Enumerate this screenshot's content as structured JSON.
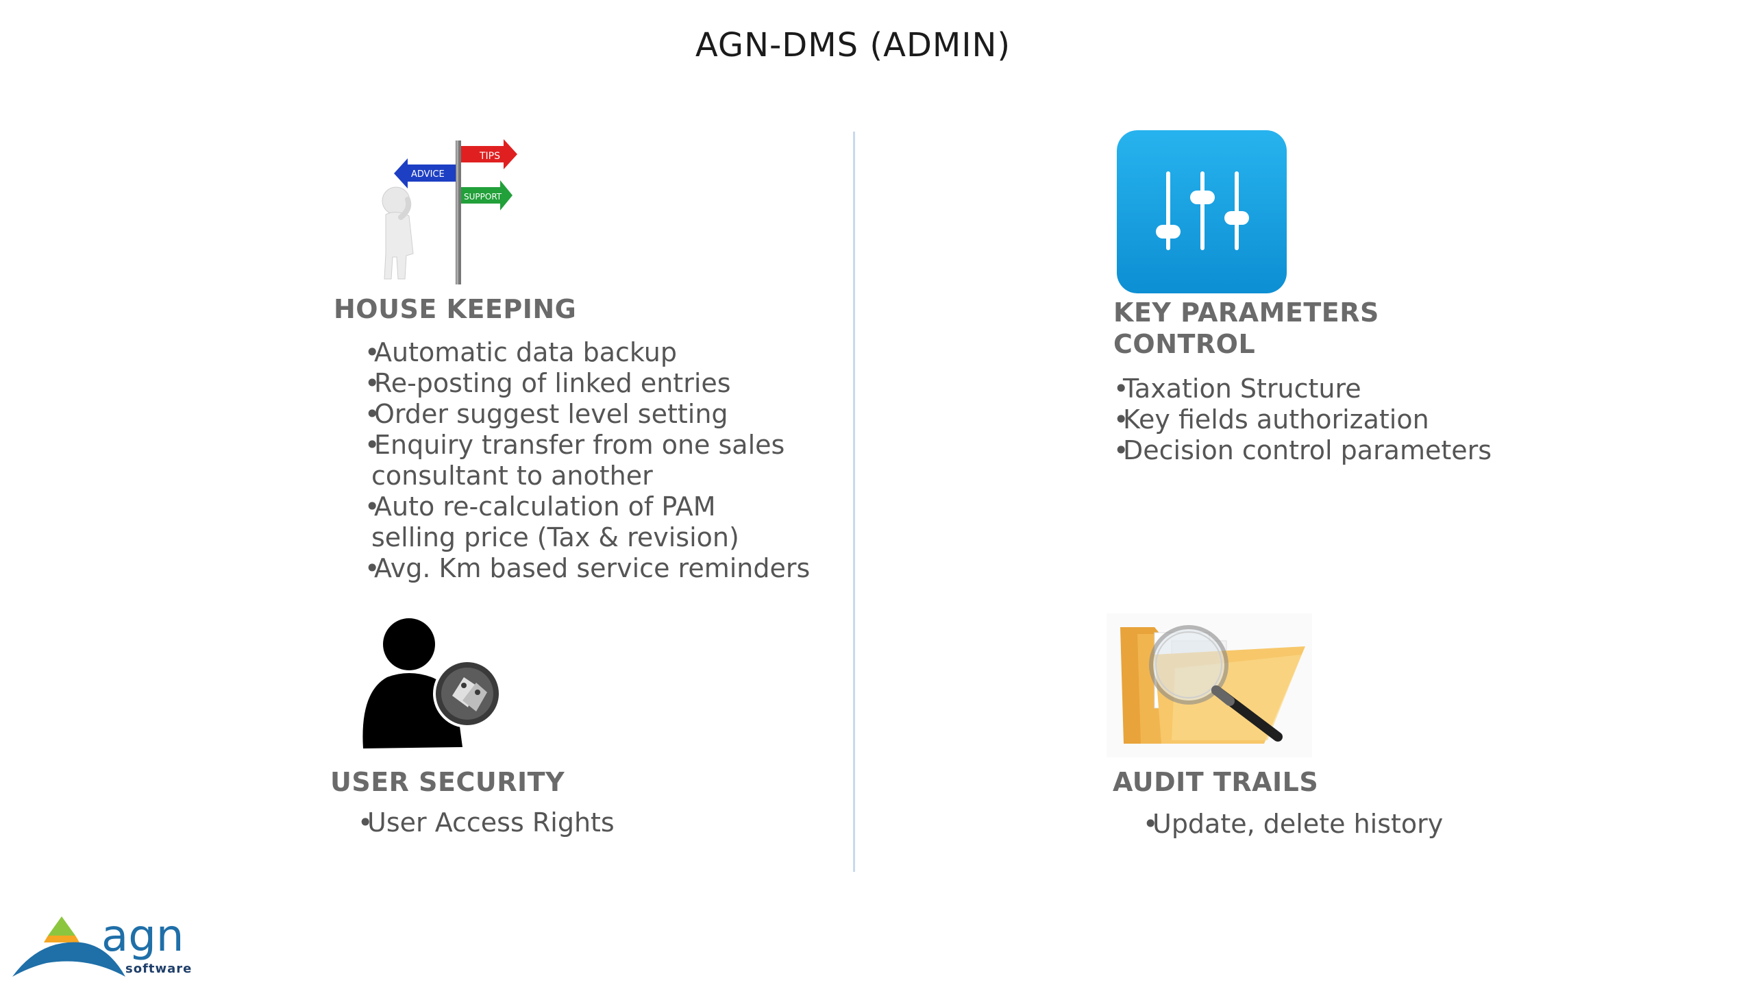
{
  "title": "AGN-DMS (ADMIN)",
  "house_keeping": {
    "heading": "HOUSE KEEPING",
    "sign_labels": [
      "TIPS",
      "ADVICE",
      "SUPPORT"
    ],
    "items": [
      {
        "line1": "Automatic data backup",
        "line2": ""
      },
      {
        "line1": "Re-posting of linked entries",
        "line2": ""
      },
      {
        "line1": "Order suggest level setting",
        "line2": ""
      },
      {
        "line1": "Enquiry transfer from one sales",
        "line2": "consultant to another"
      },
      {
        "line1": "Auto re-calculation of PAM",
        "line2": "selling price (Tax & revision)"
      },
      {
        "line1": "Avg. Km based service reminders",
        "line2": ""
      }
    ]
  },
  "key_parameters": {
    "heading_line1": "KEY PARAMETERS",
    "heading_line2": "CONTROL",
    "items": [
      "Taxation Structure",
      "Key fields authorization",
      "Decision control parameters"
    ]
  },
  "user_security": {
    "heading": "USER SECURITY",
    "items": [
      "User Access Rights"
    ]
  },
  "audit_trails": {
    "heading": "AUDIT TRAILS",
    "items": [
      "Update, delete history"
    ]
  },
  "logo": {
    "wordmark": "agn",
    "tagline": "software"
  },
  "colors": {
    "accent_blue": "#1aa3e0",
    "divider": "#c9d9ec",
    "heading_gray": "#6a6a6a",
    "logo_green": "#8cc63f",
    "logo_blue": "#1f6fa8",
    "logo_orange": "#f5a623"
  },
  "icons": [
    "signpost-icon",
    "sliders-icon",
    "user-security-icon",
    "folder-search-icon"
  ]
}
